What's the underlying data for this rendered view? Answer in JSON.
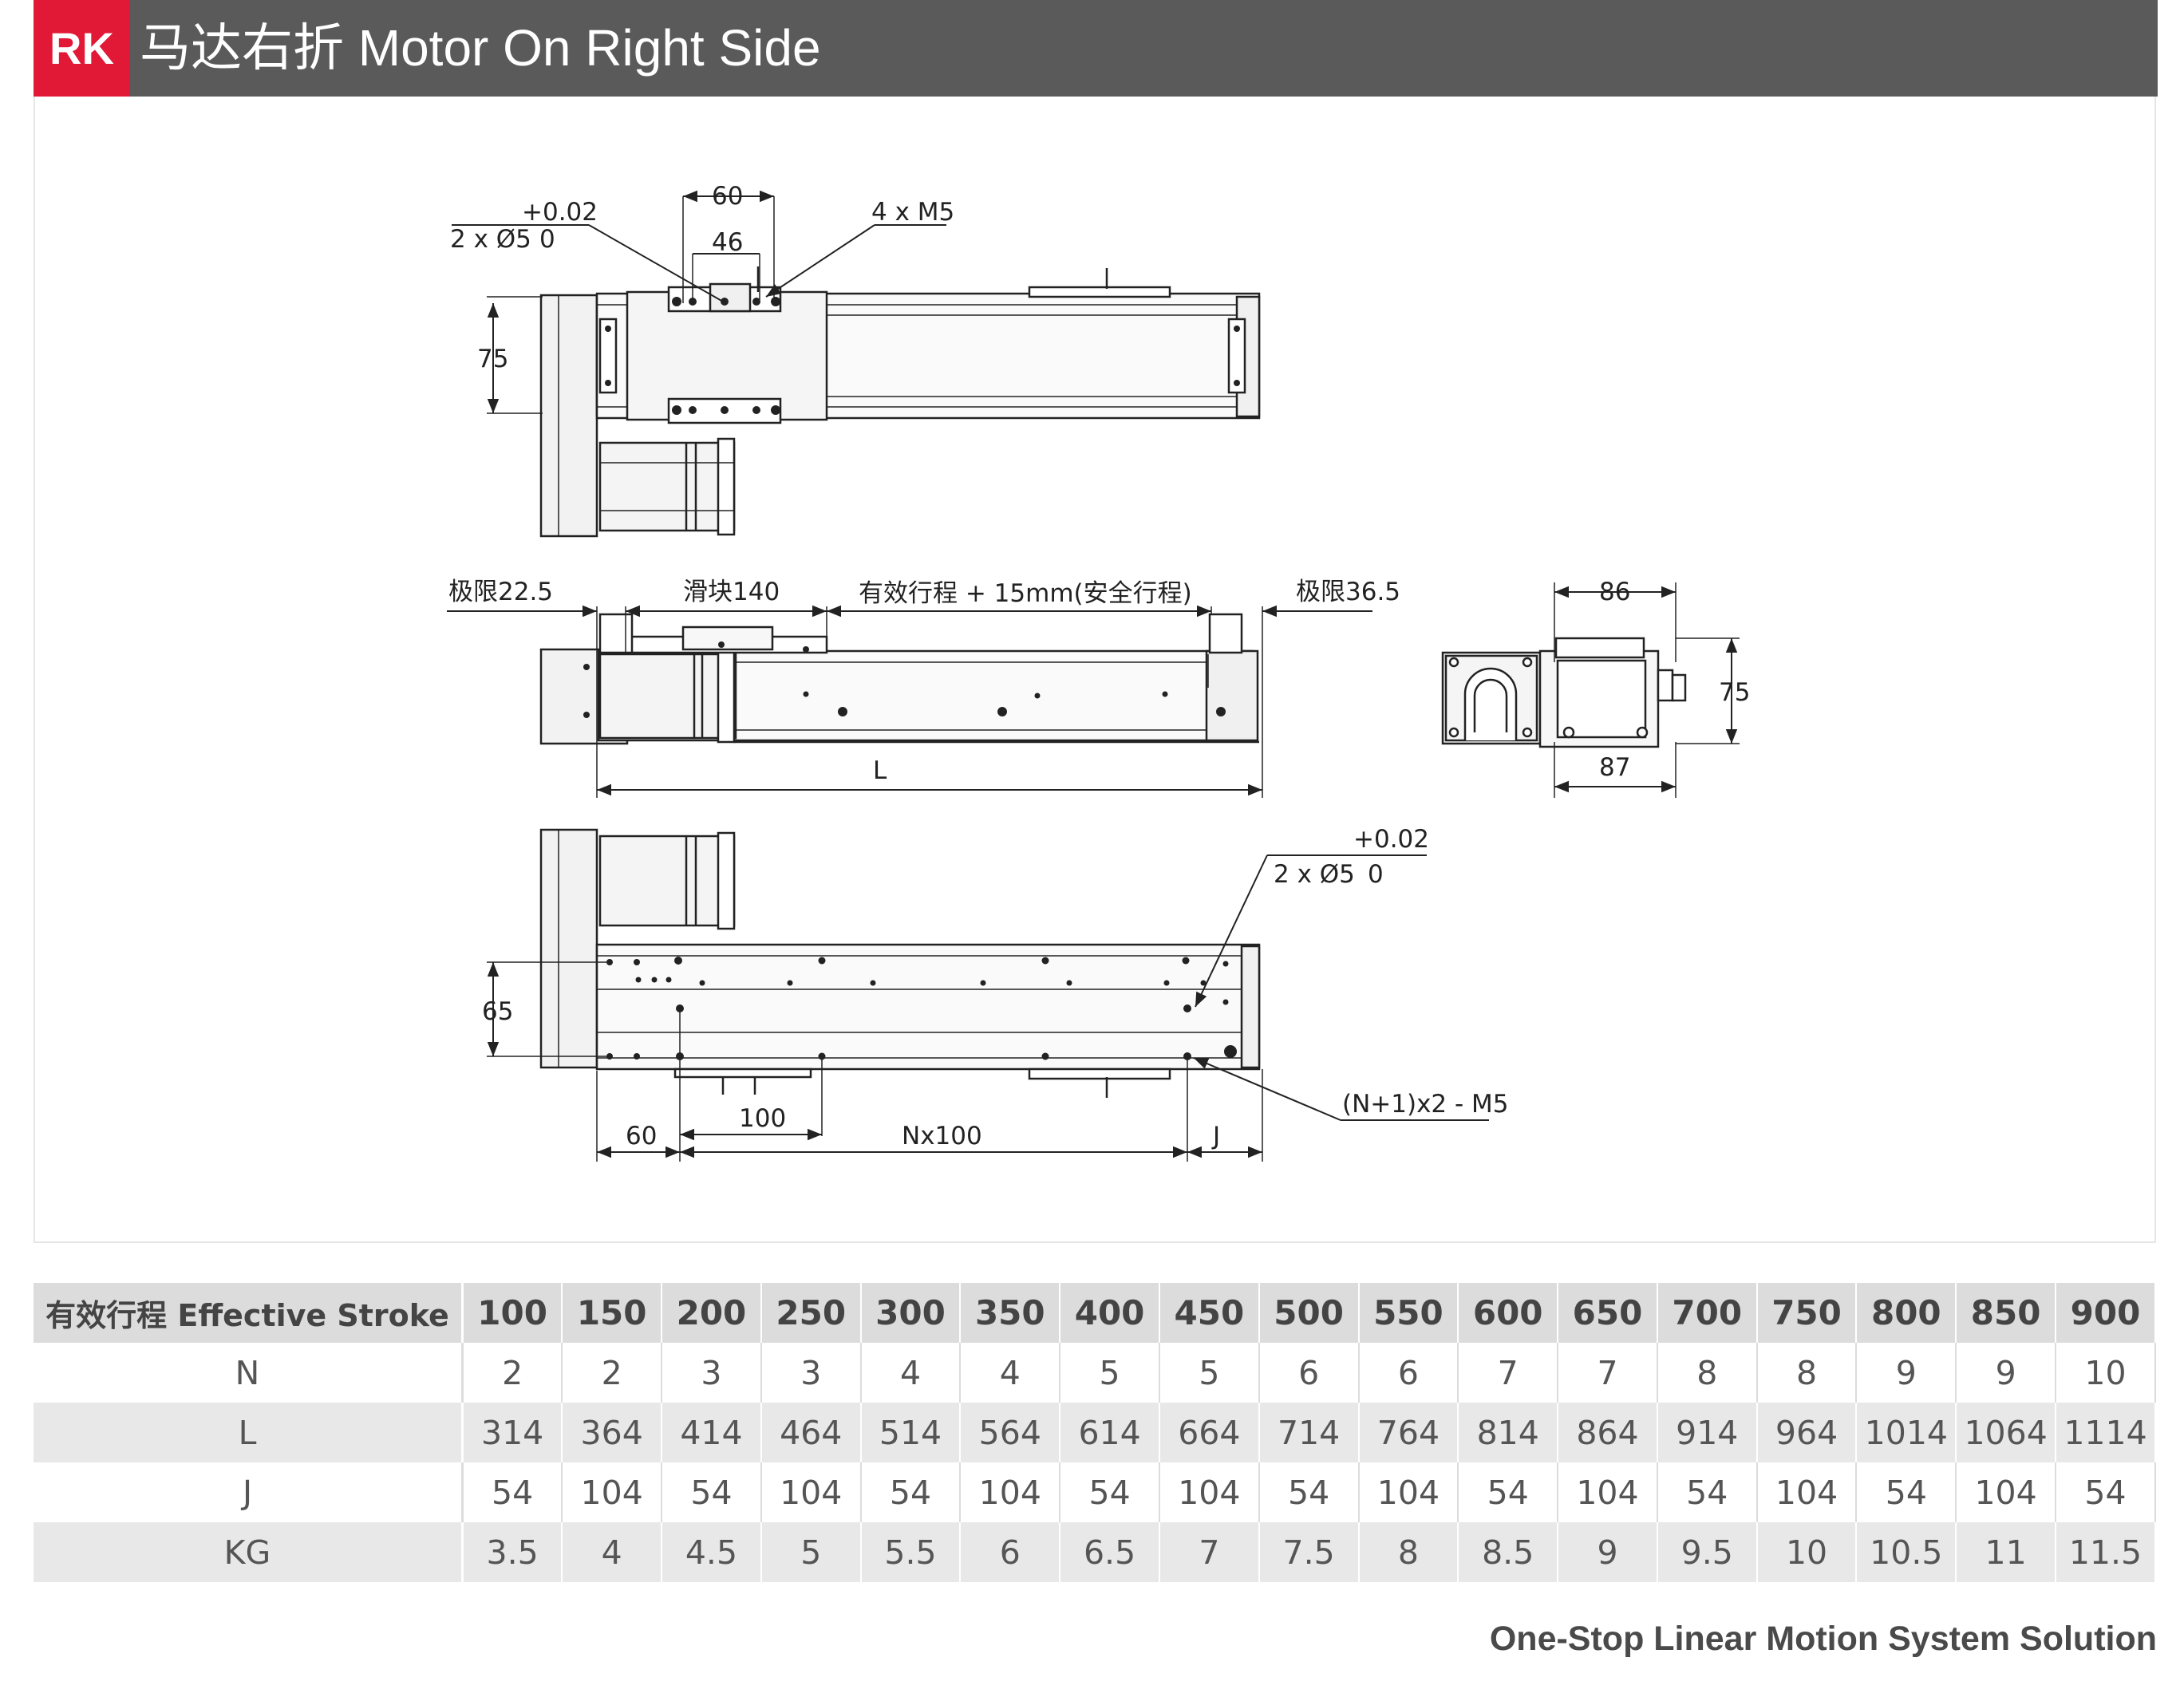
{
  "header": {
    "badge": "RK",
    "title": "马达右折 Motor On Right Side"
  },
  "drawing": {
    "top_tolerance": "+0.02",
    "top_hole_spec": "2 x Ø5",
    "top_hole_zero": "0",
    "dim_60_top": "60",
    "dim_46": "46",
    "thread_top": "4 x M5",
    "dim_75_left": "75",
    "limit_left": "极限22.5",
    "slider": "滑块140",
    "effective": "有效行程 + 15mm(安全行程)",
    "limit_right": "极限36.5",
    "dim_L": "L",
    "dim_86": "86",
    "dim_75_end": "75",
    "dim_87": "87",
    "bottom_tolerance": "+0.02",
    "bottom_hole_spec": "2 x Ø5",
    "bottom_hole_zero": "0",
    "dim_65": "65",
    "thread_bottom": "(N+1)x2 - M5",
    "dim_60_bottom": "60",
    "dim_100": "100",
    "dim_Nx100": "Nx100",
    "dim_J": "J"
  },
  "table": {
    "header_label": "有效行程 Effective Stroke",
    "strokes": [
      "100",
      "150",
      "200",
      "250",
      "300",
      "350",
      "400",
      "450",
      "500",
      "550",
      "600",
      "650",
      "700",
      "750",
      "800",
      "850",
      "900"
    ],
    "rows": [
      {
        "label": "N",
        "values": [
          "2",
          "2",
          "3",
          "3",
          "4",
          "4",
          "5",
          "5",
          "6",
          "6",
          "7",
          "7",
          "8",
          "8",
          "9",
          "9",
          "10"
        ]
      },
      {
        "label": "L",
        "values": [
          "314",
          "364",
          "414",
          "464",
          "514",
          "564",
          "614",
          "664",
          "714",
          "764",
          "814",
          "864",
          "914",
          "964",
          "1014",
          "1064",
          "1114"
        ]
      },
      {
        "label": "J",
        "values": [
          "54",
          "104",
          "54",
          "104",
          "54",
          "104",
          "54",
          "104",
          "54",
          "104",
          "54",
          "104",
          "54",
          "104",
          "54",
          "104",
          "54"
        ]
      },
      {
        "label": "KG",
        "values": [
          "3.5",
          "4",
          "4.5",
          "5",
          "5.5",
          "6",
          "6.5",
          "7",
          "7.5",
          "8",
          "8.5",
          "9",
          "9.5",
          "10",
          "10.5",
          "11",
          "11.5"
        ]
      }
    ]
  },
  "footer": "One-Stop Linear Motion System Solution",
  "colors": {
    "accent": "#e21837",
    "header_bg": "#5b5a5b",
    "table_header_bg": "#dcdcdc",
    "row_alt_bg": "#e8e8e8"
  }
}
